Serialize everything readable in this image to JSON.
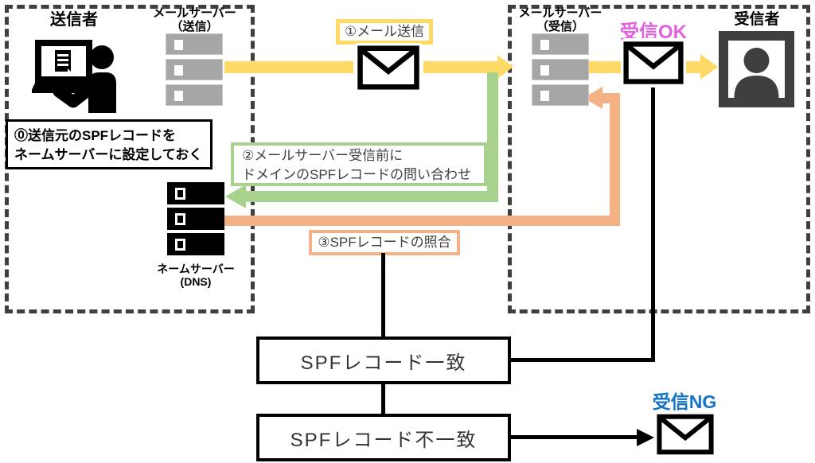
{
  "colors": {
    "yellow": "#ffd966",
    "green": "#a9d18e",
    "orange": "#f4b183",
    "magenta": "#e15fe1",
    "blue": "#1373c8",
    "dark_gray": "#3f3f3f",
    "server_gray": "#a6a6a6"
  },
  "left_panel": {
    "sender_label": "送信者",
    "mail_server_label_line1": "メールサーバー",
    "mail_server_label_line2": "（送信）",
    "step0_line1": "⓪送信元のSPFレコードを",
    "step0_line2": "ネームサーバーに設定しておく",
    "dns_label_line1": "ネームサーバー",
    "dns_label_line2": "(DNS)"
  },
  "right_panel": {
    "mail_server_label_line1": "メールサーバー",
    "mail_server_label_line2": "（受信）",
    "receive_ok_label": "受信OK",
    "receiver_label": "受信者"
  },
  "steps": {
    "step1": "①メール送信",
    "step2_line1": "②メールサーバー受信前に",
    "step2_line2": "ドメインのSPFレコードの問い合わせ",
    "step3": "③SPFレコードの照合"
  },
  "results": {
    "match": "SPFレコード一致",
    "mismatch": "SPFレコード不一致",
    "receive_ng_label": "受信NG"
  }
}
